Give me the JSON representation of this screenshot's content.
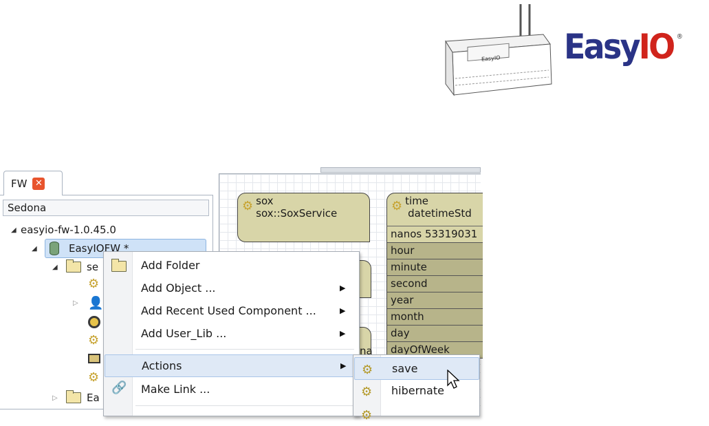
{
  "brand": {
    "logo_prefix": "Easy",
    "logo_suffix": "IO",
    "logo_mark": "®",
    "device_label": "EasyIO"
  },
  "colors": {
    "brand_blue": "#2a3386",
    "brand_red": "#d0241c",
    "component_fill": "#d8d5a8",
    "slot_fill": "#b7b48a",
    "selection": "#cfe2f7"
  },
  "tab": {
    "label": "FW",
    "close_icon": "close-icon"
  },
  "tree": {
    "header": "Sedona",
    "root": "easyio-fw-1.0.45.0",
    "device": "EasyIOFW *",
    "children": [
      {
        "label": "se",
        "icon": "folder-icon"
      },
      {
        "label": "",
        "icon": "gear-icon"
      },
      {
        "label": "",
        "icon": "person-icon"
      },
      {
        "label": "",
        "icon": "clock-icon"
      },
      {
        "label": "",
        "icon": "gear-icon"
      },
      {
        "label": "",
        "icon": "screen-icon"
      },
      {
        "label": "",
        "icon": "gear-icon"
      },
      {
        "label": "Ea",
        "icon": "folder-icon"
      }
    ]
  },
  "wiresheet": {
    "sox": {
      "name": "sox",
      "type": "sox::SoxService"
    },
    "time": {
      "name": "time",
      "type": "datetimeStd",
      "slots": [
        "nanos 53319031",
        "hour",
        "minute",
        "second",
        "year",
        "month",
        "day",
        "dayOfWeek"
      ]
    },
    "partial_label": "na"
  },
  "context_menu": {
    "items": [
      {
        "label": "Add Folder",
        "icon": "folder-icon",
        "submenu": false
      },
      {
        "label": "Add Object ...",
        "icon": "",
        "submenu": true
      },
      {
        "label": "Add Recent Used Component ...",
        "icon": "",
        "submenu": true
      },
      {
        "label": "Add User_Lib ...",
        "icon": "",
        "submenu": true
      },
      {
        "label": "Actions",
        "icon": "",
        "submenu": true,
        "highlighted": true
      },
      {
        "label": "Make Link ...",
        "icon": "link-icon",
        "submenu": false
      }
    ]
  },
  "actions_submenu": {
    "items": [
      {
        "label": "save",
        "icon": "action-icon",
        "highlighted": true
      },
      {
        "label": "hibernate",
        "icon": "action-icon"
      }
    ]
  }
}
